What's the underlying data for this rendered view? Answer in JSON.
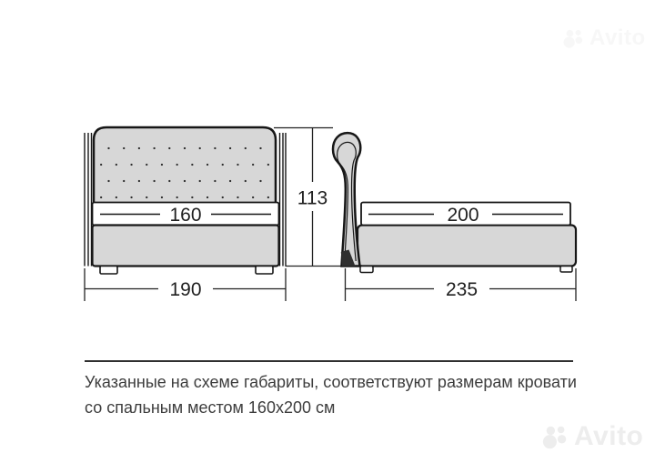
{
  "diagram": {
    "front_view": {
      "mattress_width": "160",
      "overall_width": "190"
    },
    "side_view": {
      "mattress_length": "200",
      "overall_length": "235"
    },
    "height": "113"
  },
  "caption": {
    "line1": "Указанные на схеме габариты, соответствуют размерам кровати",
    "line2": "со спальным местом 160х200 см"
  },
  "watermark": {
    "brand": "Avito"
  },
  "colors": {
    "outline": "#161616",
    "upholstery_gray": "#d7d7d7",
    "dimension_line": "#222222",
    "caption_text": "#3d3d3d",
    "watermark_gray": "#ededed"
  }
}
